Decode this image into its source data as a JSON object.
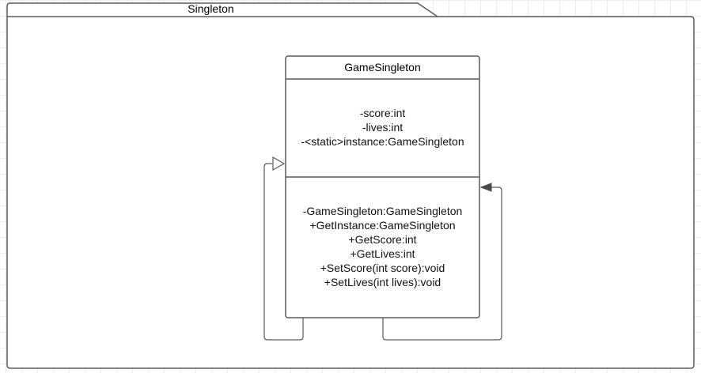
{
  "package": {
    "name": "Singleton"
  },
  "class": {
    "name": "GameSingleton",
    "attributes": [
      "-score:int",
      "-lives:int",
      "-<static>instance:GameSingleton"
    ],
    "operations": [
      "-GameSingleton:GameSingleton",
      "+GetInstance:GameSingleton",
      "+GetScore:int",
      "+GetLives:int",
      "+SetScore(int score):void",
      "+SetLives(int lives):void"
    ]
  },
  "colors": {
    "stroke": "#5a5a5a",
    "grid": "#ececec",
    "background": "#ffffff"
  }
}
